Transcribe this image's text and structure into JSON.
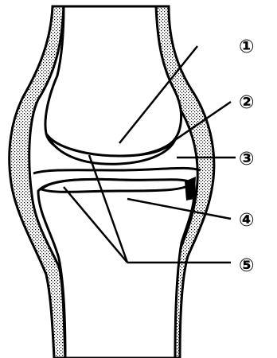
{
  "diagram": {
    "callouts": [
      {
        "id": "1",
        "label": "①"
      },
      {
        "id": "2",
        "label": "②"
      },
      {
        "id": "3",
        "label": "③"
      },
      {
        "id": "4",
        "label": "④"
      },
      {
        "id": "5",
        "label": "⑤"
      }
    ],
    "colors": {
      "ink": "#000000",
      "background": "#ffffff",
      "stipple": "#000000"
    }
  }
}
